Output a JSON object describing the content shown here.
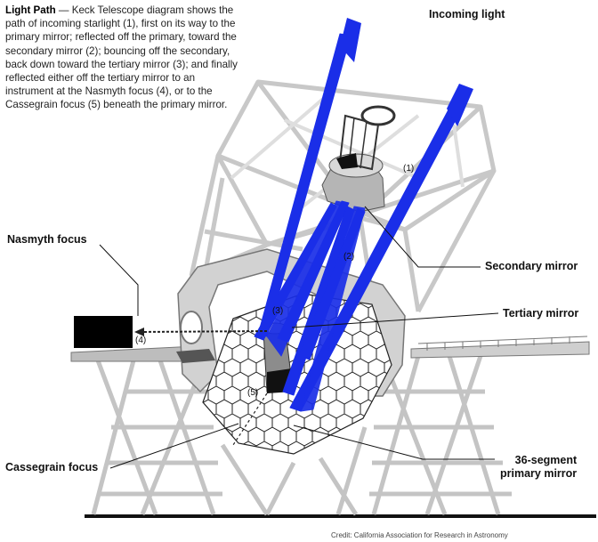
{
  "caption": {
    "title": "Light Path",
    "separator": " — ",
    "body": "Keck Telescope diagram shows the path of incoming starlight (1), first on its way to the primary mirror; reflected off the primary, toward the secondary mirror (2); bouncing off the secondary, back down toward the tertiary mirror (3); and finally reflected either off the tertiary mirror to an instrument at the Nasmyth focus (4), or to the Cassegrain focus (5) beneath the primary mirror."
  },
  "labels": {
    "incoming_light": "Incoming light",
    "nasmyth_focus": "Nasmyth focus",
    "secondary_mirror": "Secondary mirror",
    "tertiary_mirror": "Tertiary mirror",
    "cassegrain_focus": "Cassegrain focus",
    "primary_mirror_line1": "36-segment",
    "primary_mirror_line2": "primary mirror"
  },
  "path_numbers": {
    "n1": "(1)",
    "n2": "(2)",
    "n3": "(3)",
    "n4": "(4)",
    "n5": "(5)"
  },
  "credit": "Credit: California Association for Research in Astronomy",
  "colors": {
    "light_beam": "#1a2ee8",
    "structure": "#c8c8c8",
    "structure_dark": "#8a8a8a",
    "ink": "#111111"
  }
}
